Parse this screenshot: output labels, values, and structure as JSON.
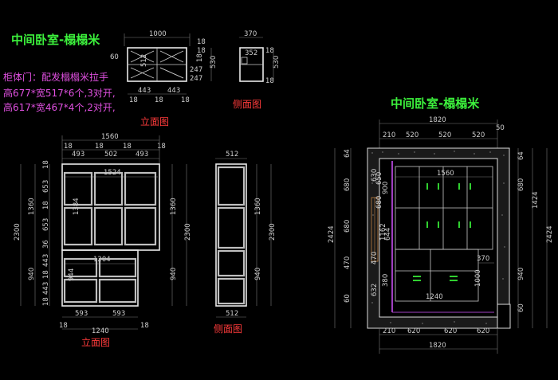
{
  "titles": {
    "top_left": "中间卧室-榻榻米",
    "right": "中间卧室-榻榻米"
  },
  "notes": {
    "line1": "柜体门：配发榻榻米拉手",
    "line2": "高677*宽517*6个,3对开,",
    "line3": "高617*宽467*4个,2对开,"
  },
  "labels": {
    "elevation_small": "立面图",
    "side_small": "侧面图",
    "elevation_main": "立面图",
    "side_main": "侧面图"
  },
  "dims": {
    "small_elev": {
      "top": "1000",
      "d60": "60",
      "d512": "512",
      "d18a": "18",
      "d18b": "18",
      "d247a": "247",
      "d247b": "247",
      "d18c": "18",
      "d530": "530",
      "d443a": "443",
      "d443b": "443",
      "d18d": "18",
      "d18e": "18",
      "d18f": "18"
    },
    "small_side": {
      "top": "370",
      "d352": "352",
      "d18a": "18",
      "d530": "530",
      "d18b": "18"
    },
    "main_elev": {
      "top1560": "1560",
      "top18a": "18",
      "top18b": "18",
      "top18c": "18",
      "top18d": "18",
      "top493a": "493",
      "top502": "502",
      "top493b": "493",
      "inner1524": "1524",
      "inner1204": "1204",
      "inner944": "944",
      "inner1384": "1384",
      "left18a": "18",
      "left653a": "653",
      "left653b": "653",
      "left18b": "18",
      "left36": "36",
      "left443a": "443",
      "left18c": "18",
      "left443b": "443",
      "left18d": "18",
      "left1360": "1360",
      "left2300": "2300",
      "left940": "940",
      "right1360": "1360",
      "right2300": "2300",
      "right940": "940",
      "bot593a": "593",
      "bot593b": "593",
      "bot18a": "18",
      "bot18b": "18",
      "bot1240": "1240"
    },
    "main_side": {
      "top": "512",
      "bot": "512",
      "r1360": "1360",
      "r2300": "2300",
      "r940": "940"
    },
    "plan": {
      "top1820": "1820",
      "top210": "210",
      "top520a": "520",
      "top520b": "520",
      "top520c": "520",
      "top50": "50",
      "bot210": "210",
      "bot620a": "620",
      "bot620b": "620",
      "bot620c": "620",
      "bot1820": "1820",
      "in1560": "1560",
      "in1240": "1240",
      "in370": "370",
      "in1000": "1000",
      "in1162": "1162",
      "in644": "644",
      "in900": "900",
      "in650": "650",
      "in380": "380",
      "l64": "64",
      "l680a": "680",
      "l680b": "680",
      "l470": "470",
      "l60": "60",
      "l2424": "2424",
      "r64": "64",
      "r680": "680",
      "r1424": "1424",
      "r940": "940",
      "r60": "60",
      "r2424": "2424",
      "lin630": "630",
      "lin680": "680",
      "lin470": "470",
      "lin632": "632"
    }
  },
  "colors": {
    "background": "#000000",
    "title": "#3cf03c",
    "note": "#e050e0",
    "label": "#ff3b3b",
    "lines": "#c8c8c8",
    "accent": "#a040c0",
    "handle": "#30d030"
  }
}
